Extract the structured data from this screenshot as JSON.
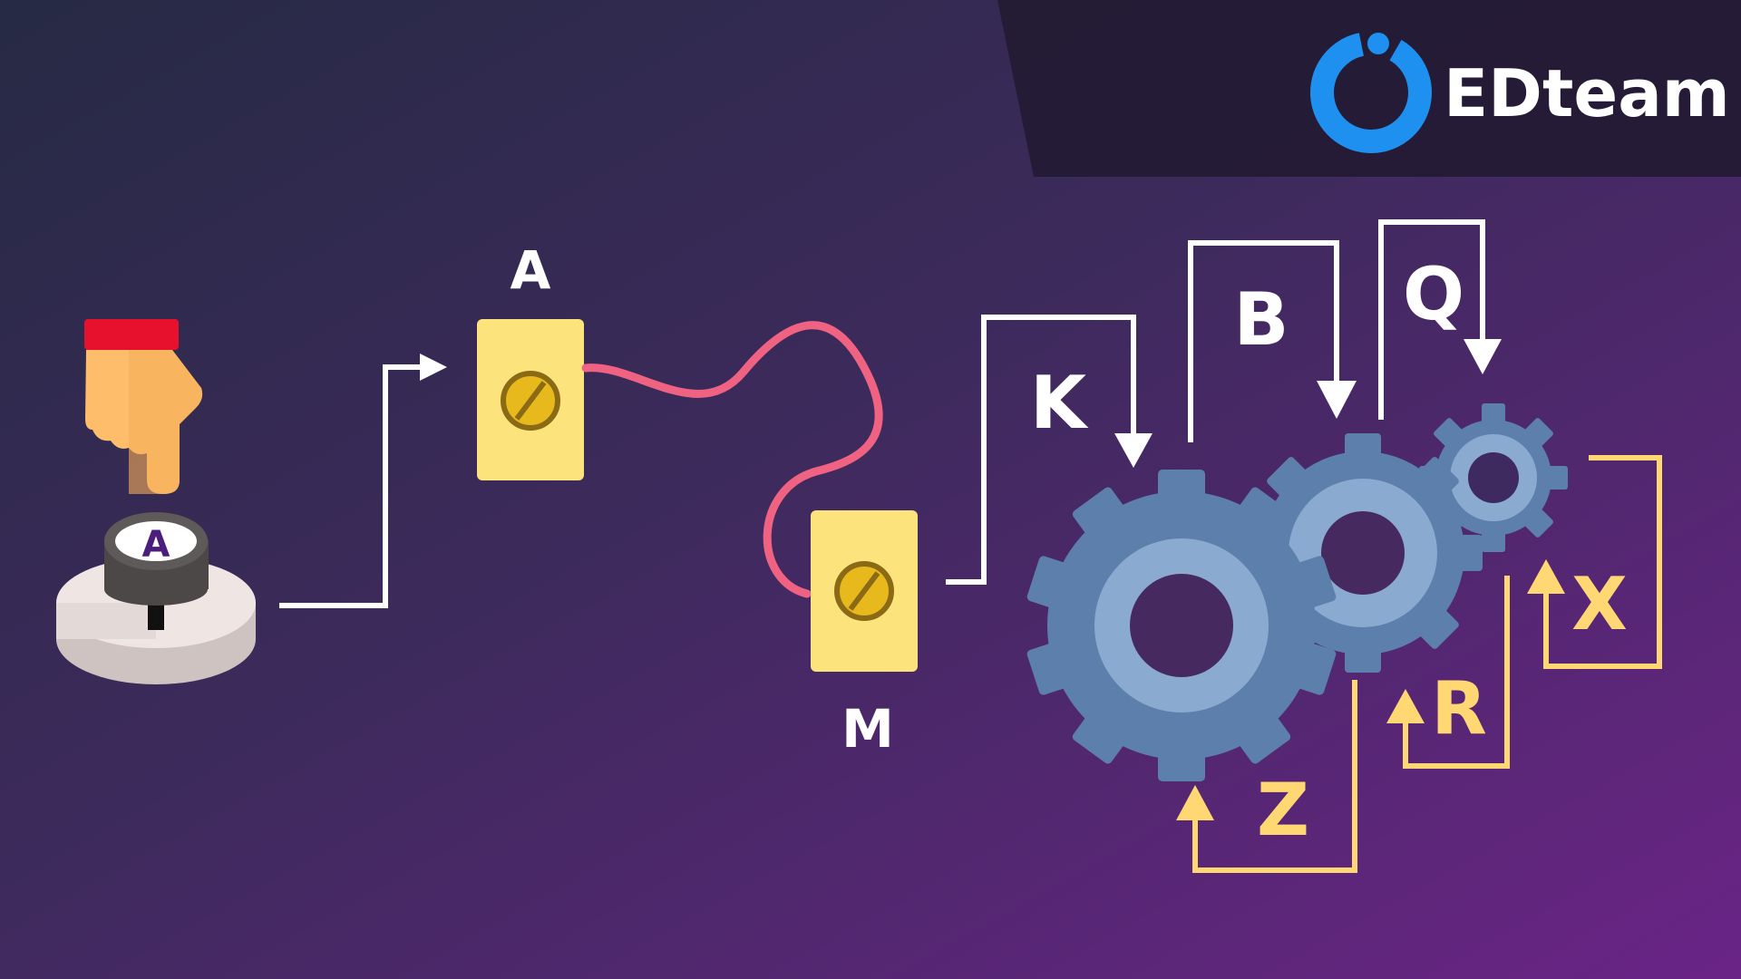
{
  "brand": {
    "name": "EDteam",
    "accent_color": "#1e90f0"
  },
  "colors": {
    "background_start": "#262a44",
    "background_end": "#6a2486",
    "connector_white": "#ffffff",
    "connector_yellow": "#ffd873",
    "wire": "#f06282",
    "relay_box": "#fde37c",
    "gear_main": "#5d7fab",
    "gear_light": "#8aaad0"
  },
  "diagram": {
    "button_label": "A",
    "relay_a_label": "A",
    "relay_m_label": "M",
    "arrow_labels": {
      "k": "K",
      "b": "B",
      "q": "Q",
      "x": "X",
      "r": "R",
      "z": "Z"
    }
  }
}
